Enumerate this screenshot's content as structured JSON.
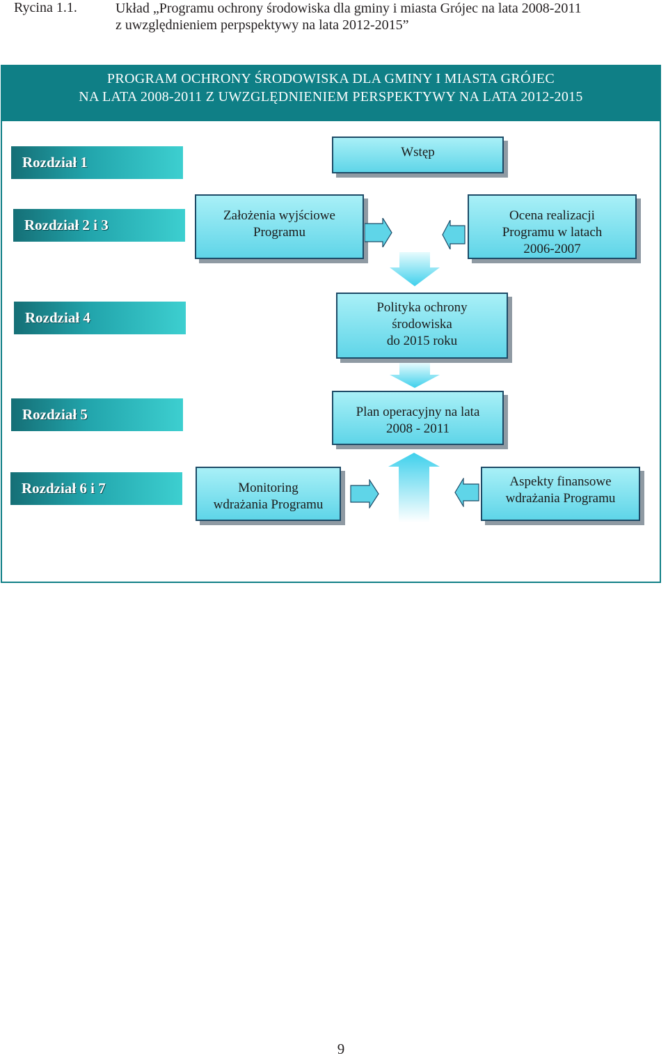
{
  "caption": {
    "label": "Rycina 1.1.",
    "title_line1": "Układ „Programu ochrony środowiska dla gminy i miasta Grójec na lata 2008-2011",
    "title_line2": "z uwzględnieniem perpspektywy na lata 2012-2015”"
  },
  "banner": {
    "line1": "PROGRAM OCHRONY ŚRODOWISKA DLA GMINY I MIASTA GRÓJEC",
    "line2": "NA LATA 2008-2011 Z UWZGLĘDNIENIEM PERSPEKTYWY NA LATA 2012-2015"
  },
  "chapters": {
    "ch1": "Rozdział 1",
    "ch2_3": "Rozdział 2 i 3",
    "ch4": "Rozdział 4",
    "ch5": "Rozdział 5",
    "ch6_7": "Rozdział 6 i 7"
  },
  "boxes": {
    "intro": "Wstęp",
    "assumptions": {
      "line1": "Założenia wyjściowe",
      "line2": "Programu"
    },
    "evaluation": {
      "line1": "Ocena realizacji",
      "line2": "Programu w latach",
      "line3": "2006-2007"
    },
    "policy": {
      "line1": "Polityka ochrony",
      "line2": "środowiska",
      "line3": "do 2015 roku"
    },
    "plan": {
      "line1": "Plan operacyjny na lata",
      "line2": "2008 - 2011"
    },
    "monitoring": {
      "line1": "Monitoring",
      "line2": "wdrażania Programu"
    },
    "finance": {
      "line1": "Aspekty finansowe",
      "line2": "wdrażania Programu"
    }
  },
  "page_number": "9",
  "colors": {
    "banner": "#0f7f86",
    "box_fill_top": "#a9f0f7",
    "box_fill_bottom": "#5fd5e8",
    "box_border": "#1c4a66",
    "arrow_fill": "#5fd5e8"
  }
}
